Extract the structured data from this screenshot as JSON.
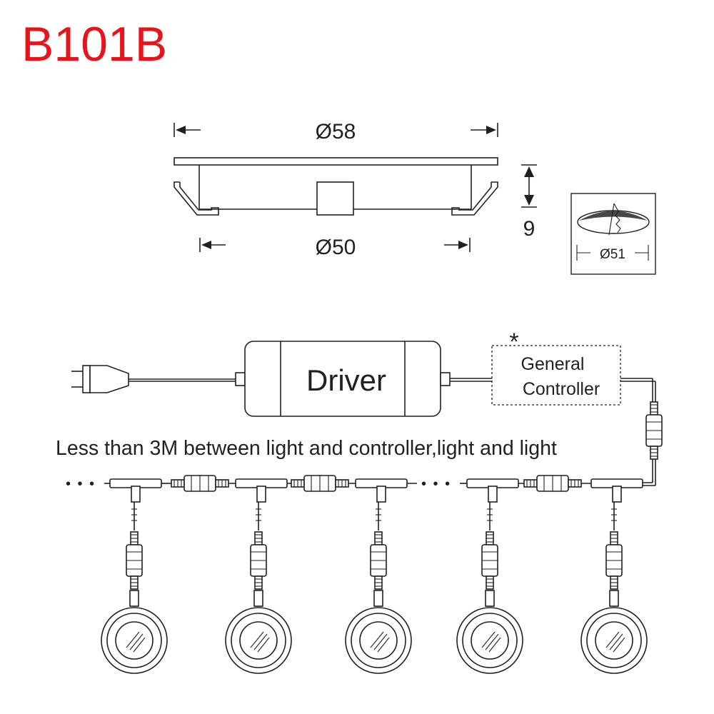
{
  "model": {
    "code": "B101B",
    "color": "#e8141c"
  },
  "dimensions": {
    "outer_diameter": "Ø58",
    "inner_diameter": "Ø50",
    "height": "9",
    "cutout_diameter": "Ø51"
  },
  "wiring": {
    "driver_label": "Driver",
    "controller_line1": "General",
    "controller_line2": "Controller",
    "optional_mark": "*",
    "note": "Less than 3M between light and controller,light and light",
    "continuation_mark": "• • •",
    "light_count": 5
  }
}
